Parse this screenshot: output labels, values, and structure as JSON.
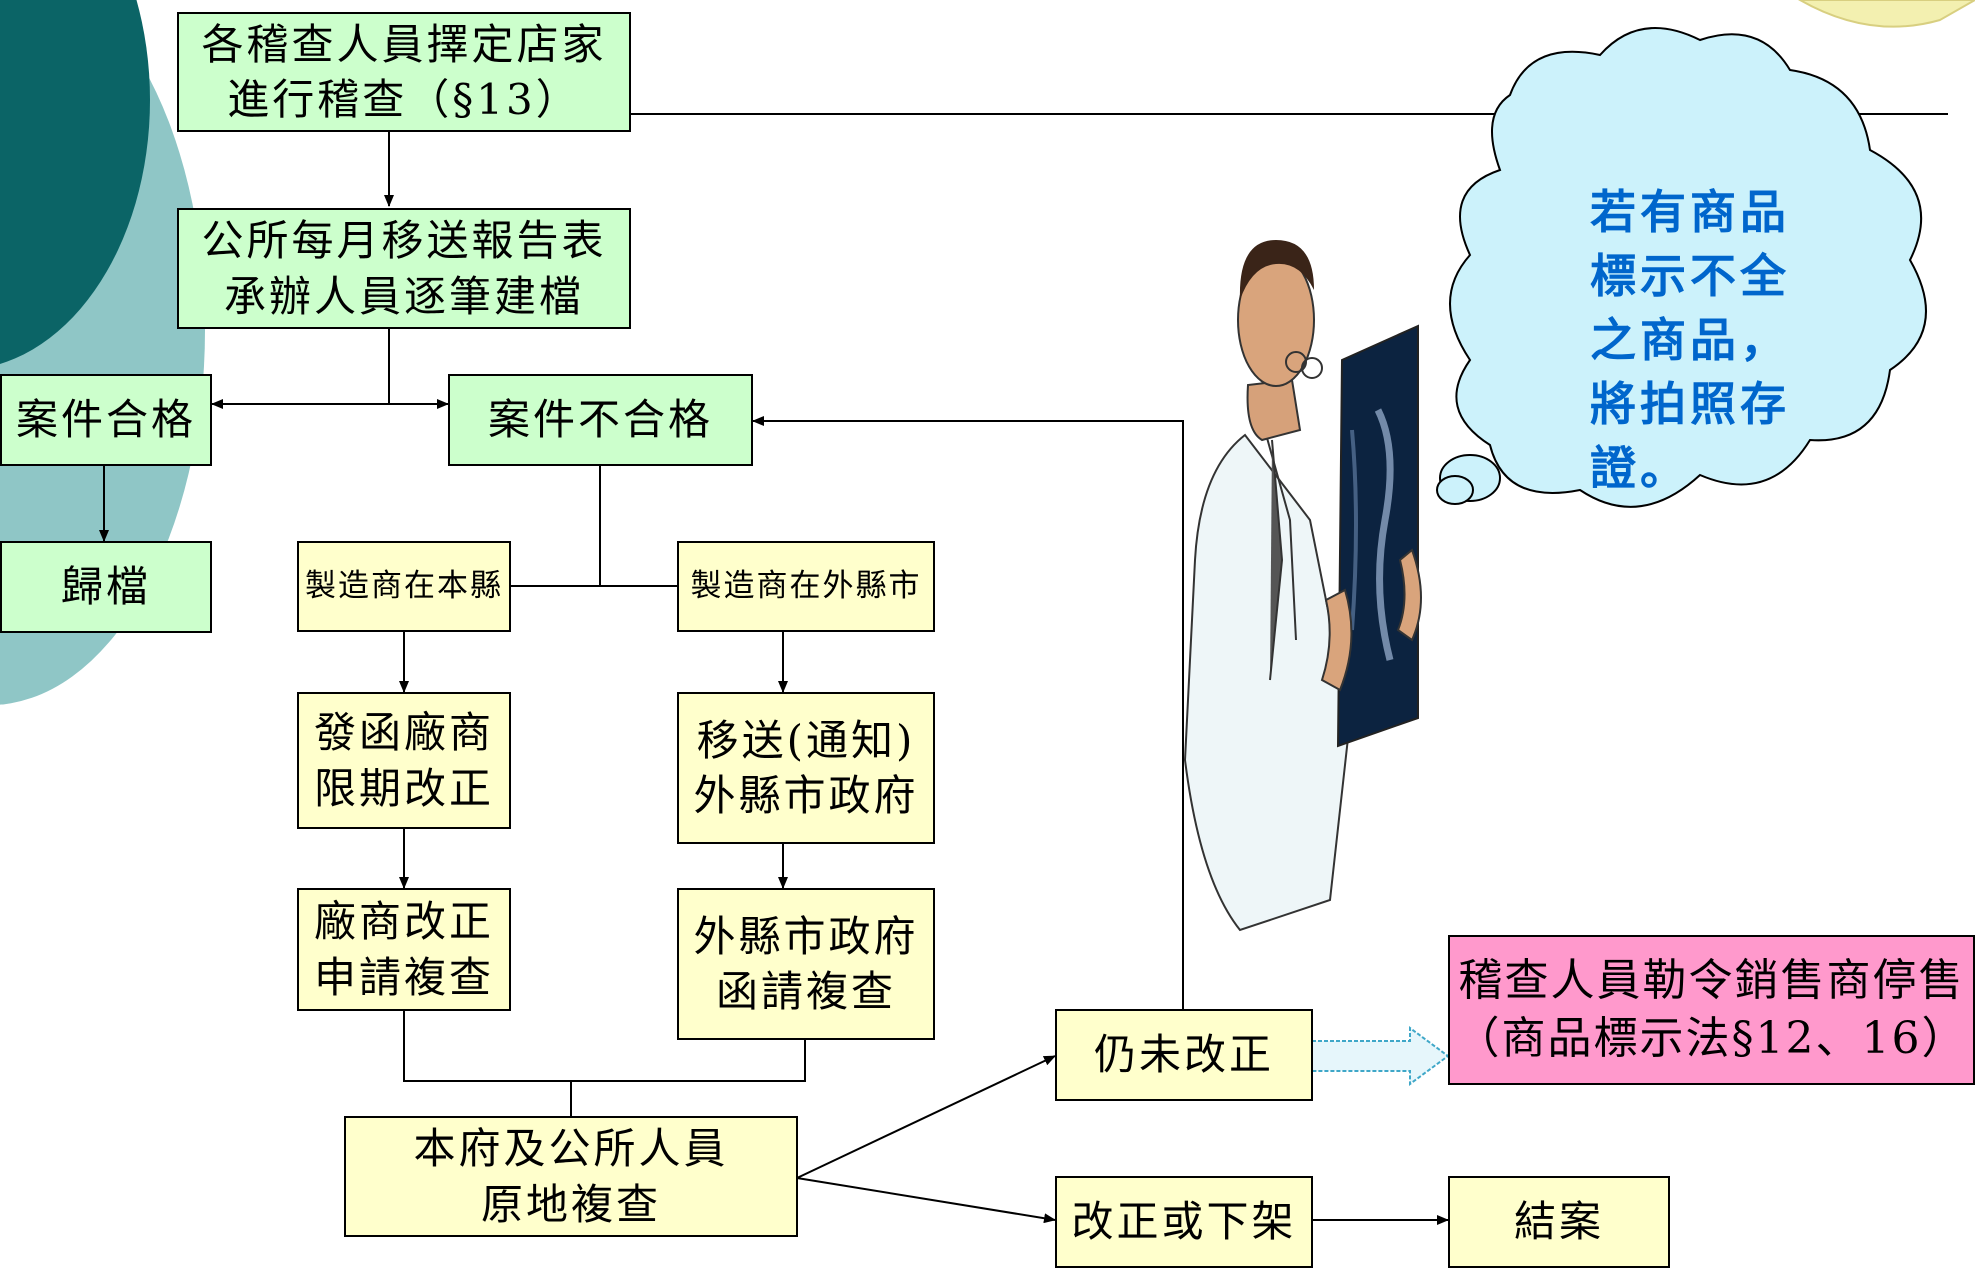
{
  "colors": {
    "box_green": "#ccffcc",
    "box_yellow": "#ffffcc",
    "box_pink": "#ff99cc",
    "thought_text": "#0066cc",
    "cloud_fill": "#ccf2fb",
    "decor_dark_teal": "#0b6466",
    "decor_light_teal": "#8fc6c6"
  },
  "icons": {
    "doctor": "doctor-reading-xray-clipart",
    "cloud": "thought-cloud",
    "arrow": "hollow-block-arrow"
  },
  "boxes": {
    "inspection_line1": "各稽查人員擇定店家",
    "inspection_line2": "進行稽查（§13）",
    "report_line1": "公所每月移送報告表",
    "report_line2": "承辦人員逐筆建檔",
    "qualified": "案件合格",
    "unqualified": "案件不合格",
    "archive": "歸檔",
    "maker_local": "製造商在本縣",
    "maker_other": "製造商在外縣市",
    "letter_line1": "發函廠商",
    "letter_line2": "限期改正",
    "transfer_line1": "移送(通知)",
    "transfer_line2": "外縣市政府",
    "maker_fix_line1": "廠商改正",
    "maker_fix_line2": "申請複查",
    "county_line1": "外縣市政府",
    "county_line2": "函請複查",
    "recheck_line1": "本府及公所人員",
    "recheck_line2": "原地複查",
    "not_fixed": "仍未改正",
    "fixed_removed": "改正或下架",
    "close_case": "結案",
    "stop_sale_line1": "稽查人員勒令銷售商停售",
    "stop_sale_line2": "（商品標示法§12、16）"
  },
  "thought": {
    "line1": "若有商品",
    "line2": "標示不全",
    "line3": "之商品，",
    "line4": "將拍照存",
    "line5": "證。"
  }
}
